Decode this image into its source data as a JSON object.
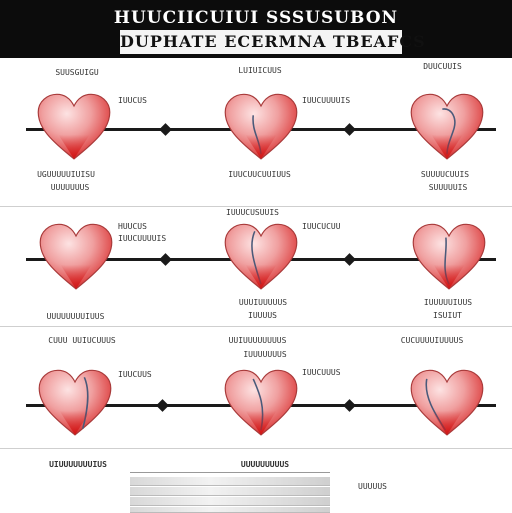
{
  "header": {
    "title_line1": "HUUCIICUIUI SSSUSUBON",
    "title_line2": "DUPHATE ECERMNA TBEAFCS"
  },
  "rows": [
    {
      "labels": [
        {
          "text": "SUUSGUIGU",
          "sub": ""
        },
        {
          "text": "LUIUICUUS",
          "sub": ""
        },
        {
          "text": "DUUCUUIS",
          "sub": ""
        }
      ],
      "side_labels": [
        "IUUCUS",
        "IUUCUUUUIS"
      ],
      "captions": [
        {
          "line1": "UGUUUUUIUISU",
          "line2": "UUUUUUUS"
        },
        {
          "line1": "IUUCUUCUUIUUS",
          "line2": ""
        },
        {
          "line1": "SUUUUCUUIS",
          "line2": "SUUUUUIS"
        }
      ]
    },
    {
      "labels": [
        {
          "text": "",
          "sub": ""
        },
        {
          "text": "IUUUCUSUUIS",
          "sub": ""
        },
        {
          "text": "",
          "sub": ""
        }
      ],
      "side_labels": [
        "HUUCUS",
        "IUUCUCUU"
      ],
      "captions": [
        {
          "line1": "UUUUUUUUIUUS",
          "line2": ""
        },
        {
          "line1": "UUUIUUUUUS",
          "line2": "IUUUUS"
        },
        {
          "line1": "IUUUUUIUUS",
          "line2": "ISUIUT"
        }
      ]
    },
    {
      "labels": [
        {
          "text": "CUUU UUIUCUUUS",
          "sub": ""
        },
        {
          "text": "UUIUUUUUUUUS",
          "sub": ""
        },
        {
          "text": "CUCUUUUIUUUUS",
          "sub": ""
        }
      ],
      "side_labels": [
        "IUUCUUS",
        "IUUCUUUS"
      ],
      "captions": [
        {
          "line1": "",
          "line2": ""
        },
        {
          "line1": "",
          "line2": ""
        },
        {
          "line1": "",
          "line2": ""
        }
      ]
    }
  ],
  "row2_mid": "IUUCUUUUIS",
  "row3_mid": "IUUUUUUUS",
  "footer": {
    "left": "UIUUUUUUUIUS",
    "center": "UUUUUUUUUS",
    "right": "UUUUUS"
  },
  "colors": {
    "heart_light": "#f7b7b7",
    "heart_mid": "#e86a6a",
    "heart_deep": "#cf1c1c",
    "vessel": "#4a5a7a",
    "axis": "#1a1a1a",
    "header_bg": "#0c0c0c"
  }
}
